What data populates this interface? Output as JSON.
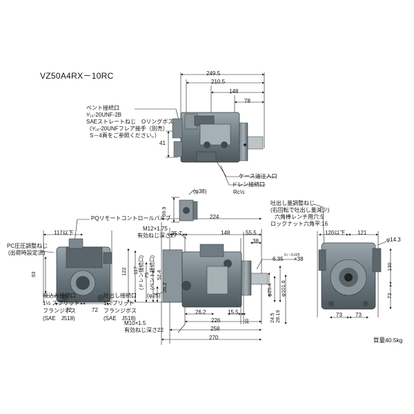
{
  "title": "VZ50A4RX－10RC",
  "mass": "質量40.5kg",
  "top_view": {
    "dims": [
      "249.5",
      "210.5",
      "148",
      "78",
      "41"
    ],
    "vent_callout": [
      "ベント接続口",
      "⁹⁄₁₆-20UNF-2B",
      "SAEストレートねじ　Oリングボス",
      "（⁹⁄₁₆-20UNFフレア接手（別売）",
      "S－4頁をご参照ください。）"
    ],
    "case_oil_inlet": "ケース油注入口",
    "drain_port": "ドレン接続口",
    "drain_size": "Rc½"
  },
  "bracket": {
    "phi38": "(φ38)",
    "dim_69_9": "69.9",
    "dim_35_7": "35.7"
  },
  "left_view": {
    "remote_valve": "PQリモートコントロールバルブ",
    "pc_knob": [
      "PC圧圧調整ねじ",
      "(出荷時設定済)"
    ],
    "dim_117": "117以下",
    "dim_93": "93",
    "dim_72a": "72",
    "dim_72b": "72",
    "suction": [
      "吸込み接続口",
      "1½ スプリット",
      "フランジボス",
      "(SAE　J518)"
    ],
    "discharge": [
      "吐出し接続口",
      "1スプリット",
      "フランジボス",
      "(SAE　J518)"
    ]
  },
  "front_view": {
    "m12": [
      "M12×1.75",
      "有効ねじ深さ27"
    ],
    "m10": [
      "M10×1.5",
      "有効ねじ深さ22"
    ],
    "dims_top": [
      "224",
      "148",
      "55.5",
      "38"
    ],
    "vertical": [
      "122",
      "117",
      "(ドレン接続口)",
      "75",
      "(ベント接続口)",
      "52.4",
      "26.2"
    ],
    "phi25": "(φ25)",
    "bottom": [
      "26.2",
      "15.5",
      "10",
      "226",
      "258",
      "270"
    ],
    "key": "6.35",
    "key_sup": "0 / −0.025",
    "key_len": "×38",
    "shaft_dims": [
      "φ101.6",
      "φ25.4",
      "24.5",
      "28.19"
    ]
  },
  "right_view": {
    "adjust": [
      "吐出し量調整ねじ",
      "(右回転で吐出し量減少)",
      "六角棒レンチ用穴:5",
      "ロックナット六角平:16"
    ],
    "dim_120": "120以下",
    "dim_121": "121",
    "phi14": "φ14.3",
    "dim_130": "130",
    "dim_73a": "73",
    "dim_73b": "73",
    "dim_73c": "73"
  },
  "colors": {
    "body": "#6e7b82",
    "body_light": "#9aa6ac",
    "body_dark": "#3f4a50",
    "line": "#111111"
  }
}
